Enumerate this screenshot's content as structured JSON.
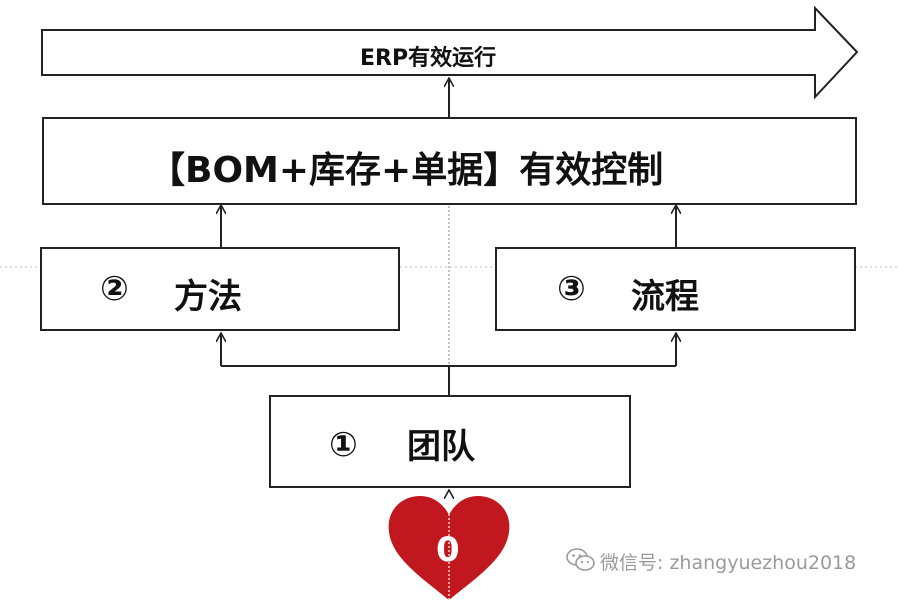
{
  "diagram": {
    "banner_label": "ERP有效运行",
    "control_box_label": "【BOM+库存+单据】有效控制",
    "method_box": {
      "number": "②",
      "text": "方法"
    },
    "process_box": {
      "number": "③",
      "text": "流程"
    },
    "team_box": {
      "number": "①",
      "text": "团队"
    },
    "heart_label": "0"
  },
  "watermark": {
    "icon": "wechat-icon",
    "text": "微信号: zhangyuezhou2018"
  },
  "colors": {
    "heart": "#c0181e",
    "border": "#222222",
    "guide": "#bdbdbd"
  }
}
